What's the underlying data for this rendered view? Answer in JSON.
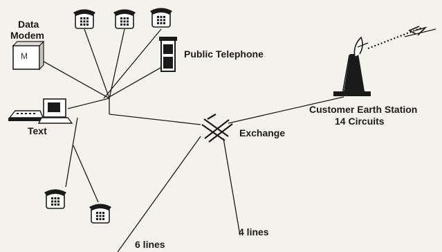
{
  "labels": {
    "data_modem_line1": "Data",
    "data_modem_line2": "Modem",
    "modem_glyph": "M",
    "text": "Text",
    "public_telephone": "Public Telephone",
    "exchange": "Exchange",
    "earth_station_line1": "Customer Earth Station",
    "earth_station_line2": "14 Circuits",
    "six_lines": "6 lines",
    "four_lines": "4 lines"
  },
  "icons": {
    "telephone": "telephone-icon",
    "public_telephone": "public-telephone-booth-icon",
    "modem": "data-modem-icon",
    "text_terminal": "text-terminal-icon",
    "exchange": "exchange-node-icon",
    "earth_station": "satellite-dish-antenna-icon"
  },
  "colors": {
    "ink": "#1a1a1a",
    "paper": "#f4f2ec"
  }
}
